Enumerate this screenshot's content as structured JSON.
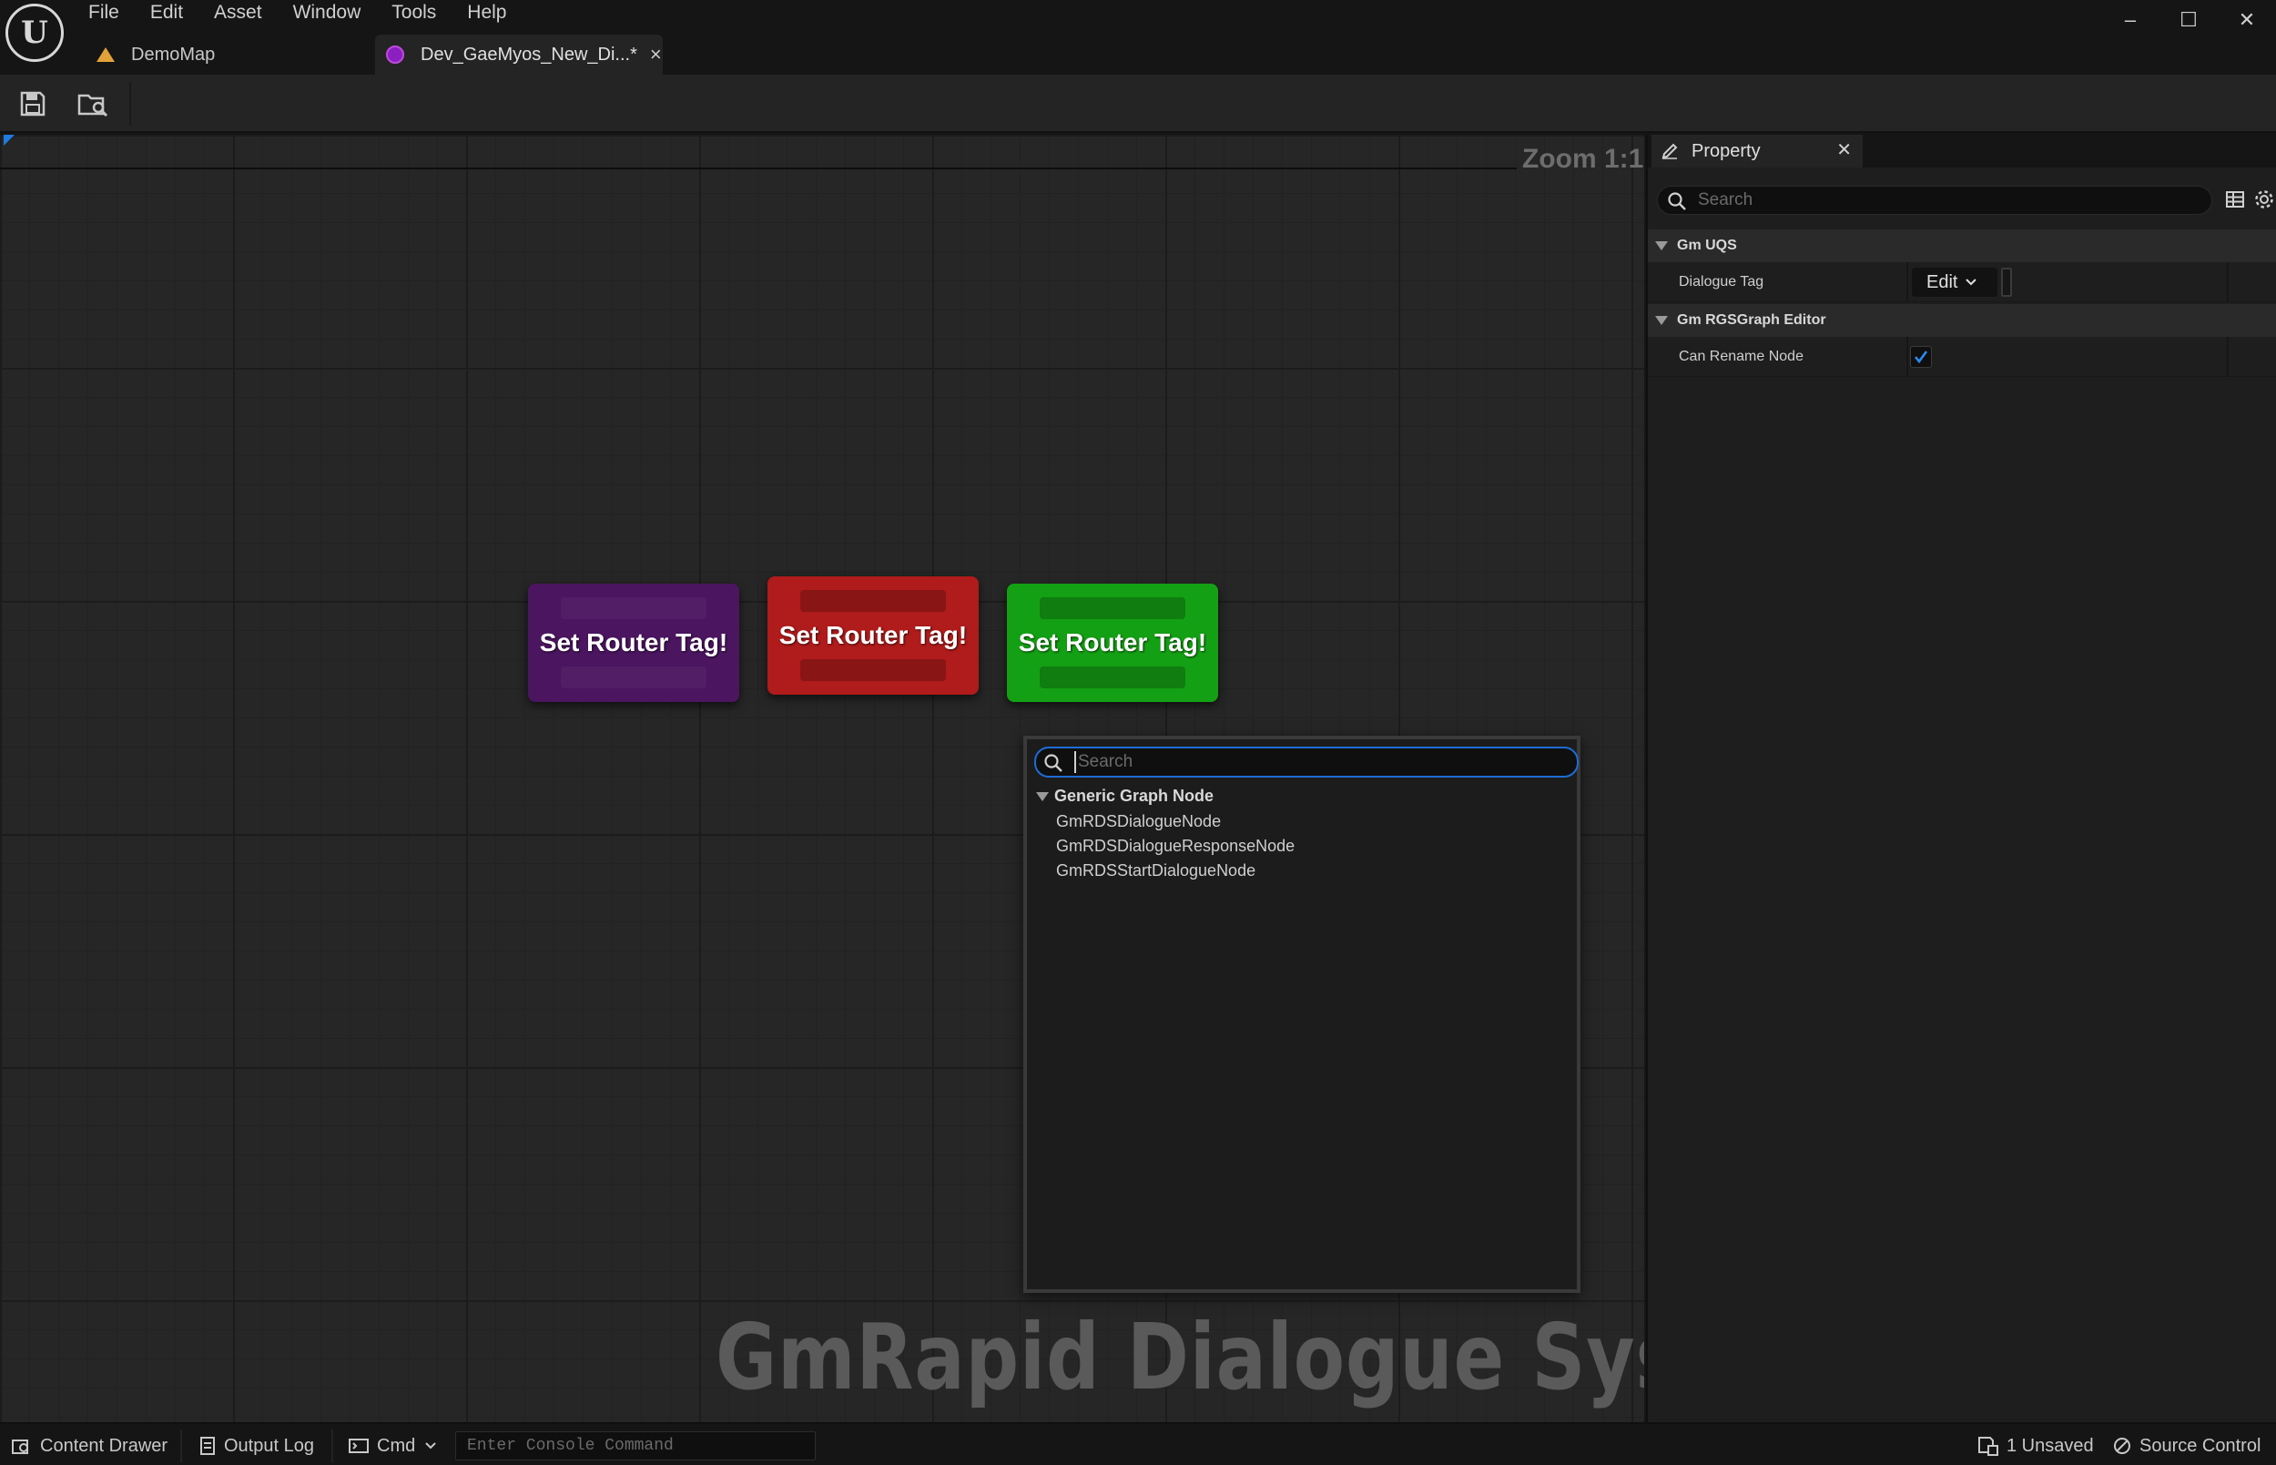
{
  "menubar": {
    "items": [
      "File",
      "Edit",
      "Asset",
      "Window",
      "Tools",
      "Help"
    ]
  },
  "tabs": [
    {
      "label": "DemoMap",
      "icon": "level-icon"
    },
    {
      "label": "Dev_GaeMyos_New_Di...*",
      "icon": "dialogue-asset-icon",
      "active": true
    }
  ],
  "window_controls": {
    "minimize": "–",
    "maximize": "☐",
    "close": "✕"
  },
  "graph": {
    "zoom_label": "Zoom 1:1",
    "watermark": "GmRapid Dialogue System",
    "nodes": [
      {
        "label": "Set Router Tag!",
        "color": "#4b1560"
      },
      {
        "label": "Set Router Tag!",
        "color": "#b01b1b"
      },
      {
        "label": "Set Router Tag!",
        "color": "#14a014"
      }
    ]
  },
  "context_menu": {
    "search_placeholder": "Search",
    "category": "Generic Graph Node",
    "items": [
      "GmRDSDialogueNode",
      "GmRDSDialogueResponseNode",
      "GmRDSStartDialogueNode"
    ]
  },
  "property_panel": {
    "tab_label": "Property",
    "search_placeholder": "Search",
    "sections": [
      {
        "title": "Gm UQS",
        "rows": [
          {
            "label": "Dialogue Tag",
            "button": "Edit"
          }
        ]
      },
      {
        "title": "Gm RGSGraph Editor",
        "rows": [
          {
            "label": "Can Rename Node",
            "checked": true
          }
        ]
      }
    ]
  },
  "statusbar": {
    "content_drawer": "Content Drawer",
    "output_log": "Output Log",
    "cmd": "Cmd",
    "console_placeholder": "Enter Console Command",
    "unsaved": "1 Unsaved",
    "source_control": "Source Control"
  },
  "colors": {
    "accent": "#1e6cd6",
    "node_purple": "#4b1560",
    "node_red": "#b01b1b",
    "node_green": "#14a014"
  }
}
